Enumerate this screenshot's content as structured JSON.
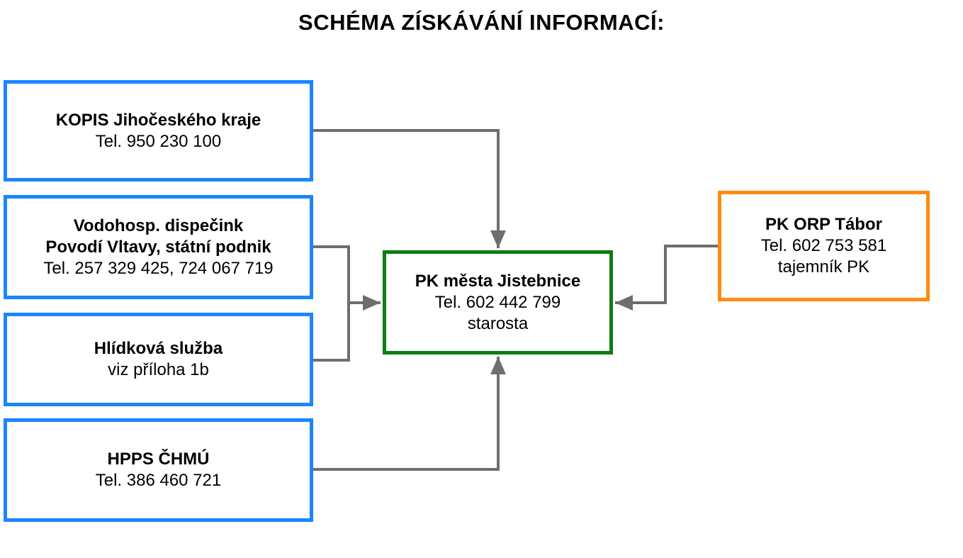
{
  "title": "SCHÉMA ZÍSKÁVÁNÍ INFORMACÍ:",
  "colors": {
    "source_border": "#1a85ff",
    "central_border": "#0e7d12",
    "orp_border": "#ff8a10",
    "connector": "#6e6e6e"
  },
  "sources": {
    "kopis": {
      "name": "KOPIS Jihočeského kraje",
      "detail": "Tel. 950 230 100"
    },
    "vodohosp": {
      "name_line1": "Vodohosp. dispečink",
      "name_line2": "Povodí Vltavy, státní podnik",
      "detail": "Tel. 257 329 425, 724 067 719"
    },
    "hlidkova": {
      "name": "Hlídková služba",
      "detail": "viz příloha 1b"
    },
    "hpps": {
      "name": "HPPS ČHMÚ",
      "detail": "Tel. 386 460 721"
    }
  },
  "central": {
    "name": "PK města Jistebnice",
    "phone": "Tel. 602 442 799",
    "role": "starosta"
  },
  "orp": {
    "name": "PK ORP Tábor",
    "phone": "Tel. 602 753 581",
    "role": "tajemník PK"
  }
}
